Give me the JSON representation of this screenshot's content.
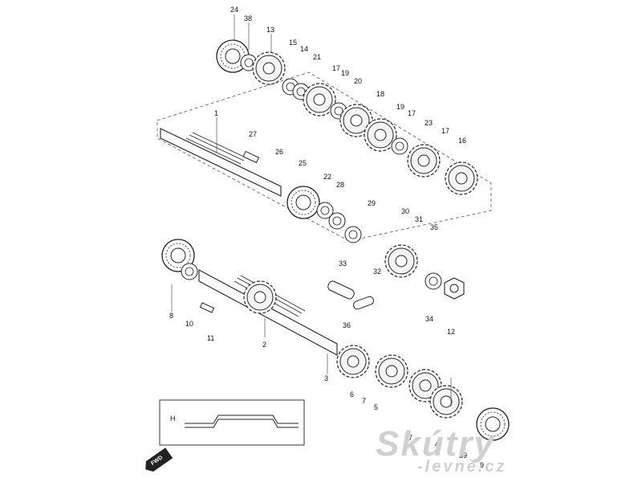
{
  "callouts": [
    {
      "id": "24"
    },
    {
      "id": "38"
    },
    {
      "id": "13"
    },
    {
      "id": "15"
    },
    {
      "id": "14"
    },
    {
      "id": "21"
    },
    {
      "id": "17a",
      "text": "17"
    },
    {
      "id": "19a",
      "text": "19"
    },
    {
      "id": "20"
    },
    {
      "id": "18"
    },
    {
      "id": "19b",
      "text": "19"
    },
    {
      "id": "17b",
      "text": "17"
    },
    {
      "id": "23"
    },
    {
      "id": "17c",
      "text": "17"
    },
    {
      "id": "16"
    },
    {
      "id": "1"
    },
    {
      "id": "27"
    },
    {
      "id": "26"
    },
    {
      "id": "25"
    },
    {
      "id": "22"
    },
    {
      "id": "28"
    },
    {
      "id": "29"
    },
    {
      "id": "30"
    },
    {
      "id": "31"
    },
    {
      "id": "35"
    },
    {
      "id": "33"
    },
    {
      "id": "32"
    },
    {
      "id": "34"
    },
    {
      "id": "12"
    },
    {
      "id": "36"
    },
    {
      "id": "8"
    },
    {
      "id": "10"
    },
    {
      "id": "11"
    },
    {
      "id": "2"
    },
    {
      "id": "3"
    },
    {
      "id": "6"
    },
    {
      "id": "7"
    },
    {
      "id": "5"
    },
    {
      "id": "37"
    },
    {
      "id": "4"
    },
    {
      "id": "39"
    },
    {
      "id": "9"
    }
  ],
  "detail_inset": {
    "label": "H"
  },
  "direction_badge": {
    "label": "FWD"
  },
  "watermark": {
    "brand": "Skútry",
    "domain": "-levně.cz"
  }
}
